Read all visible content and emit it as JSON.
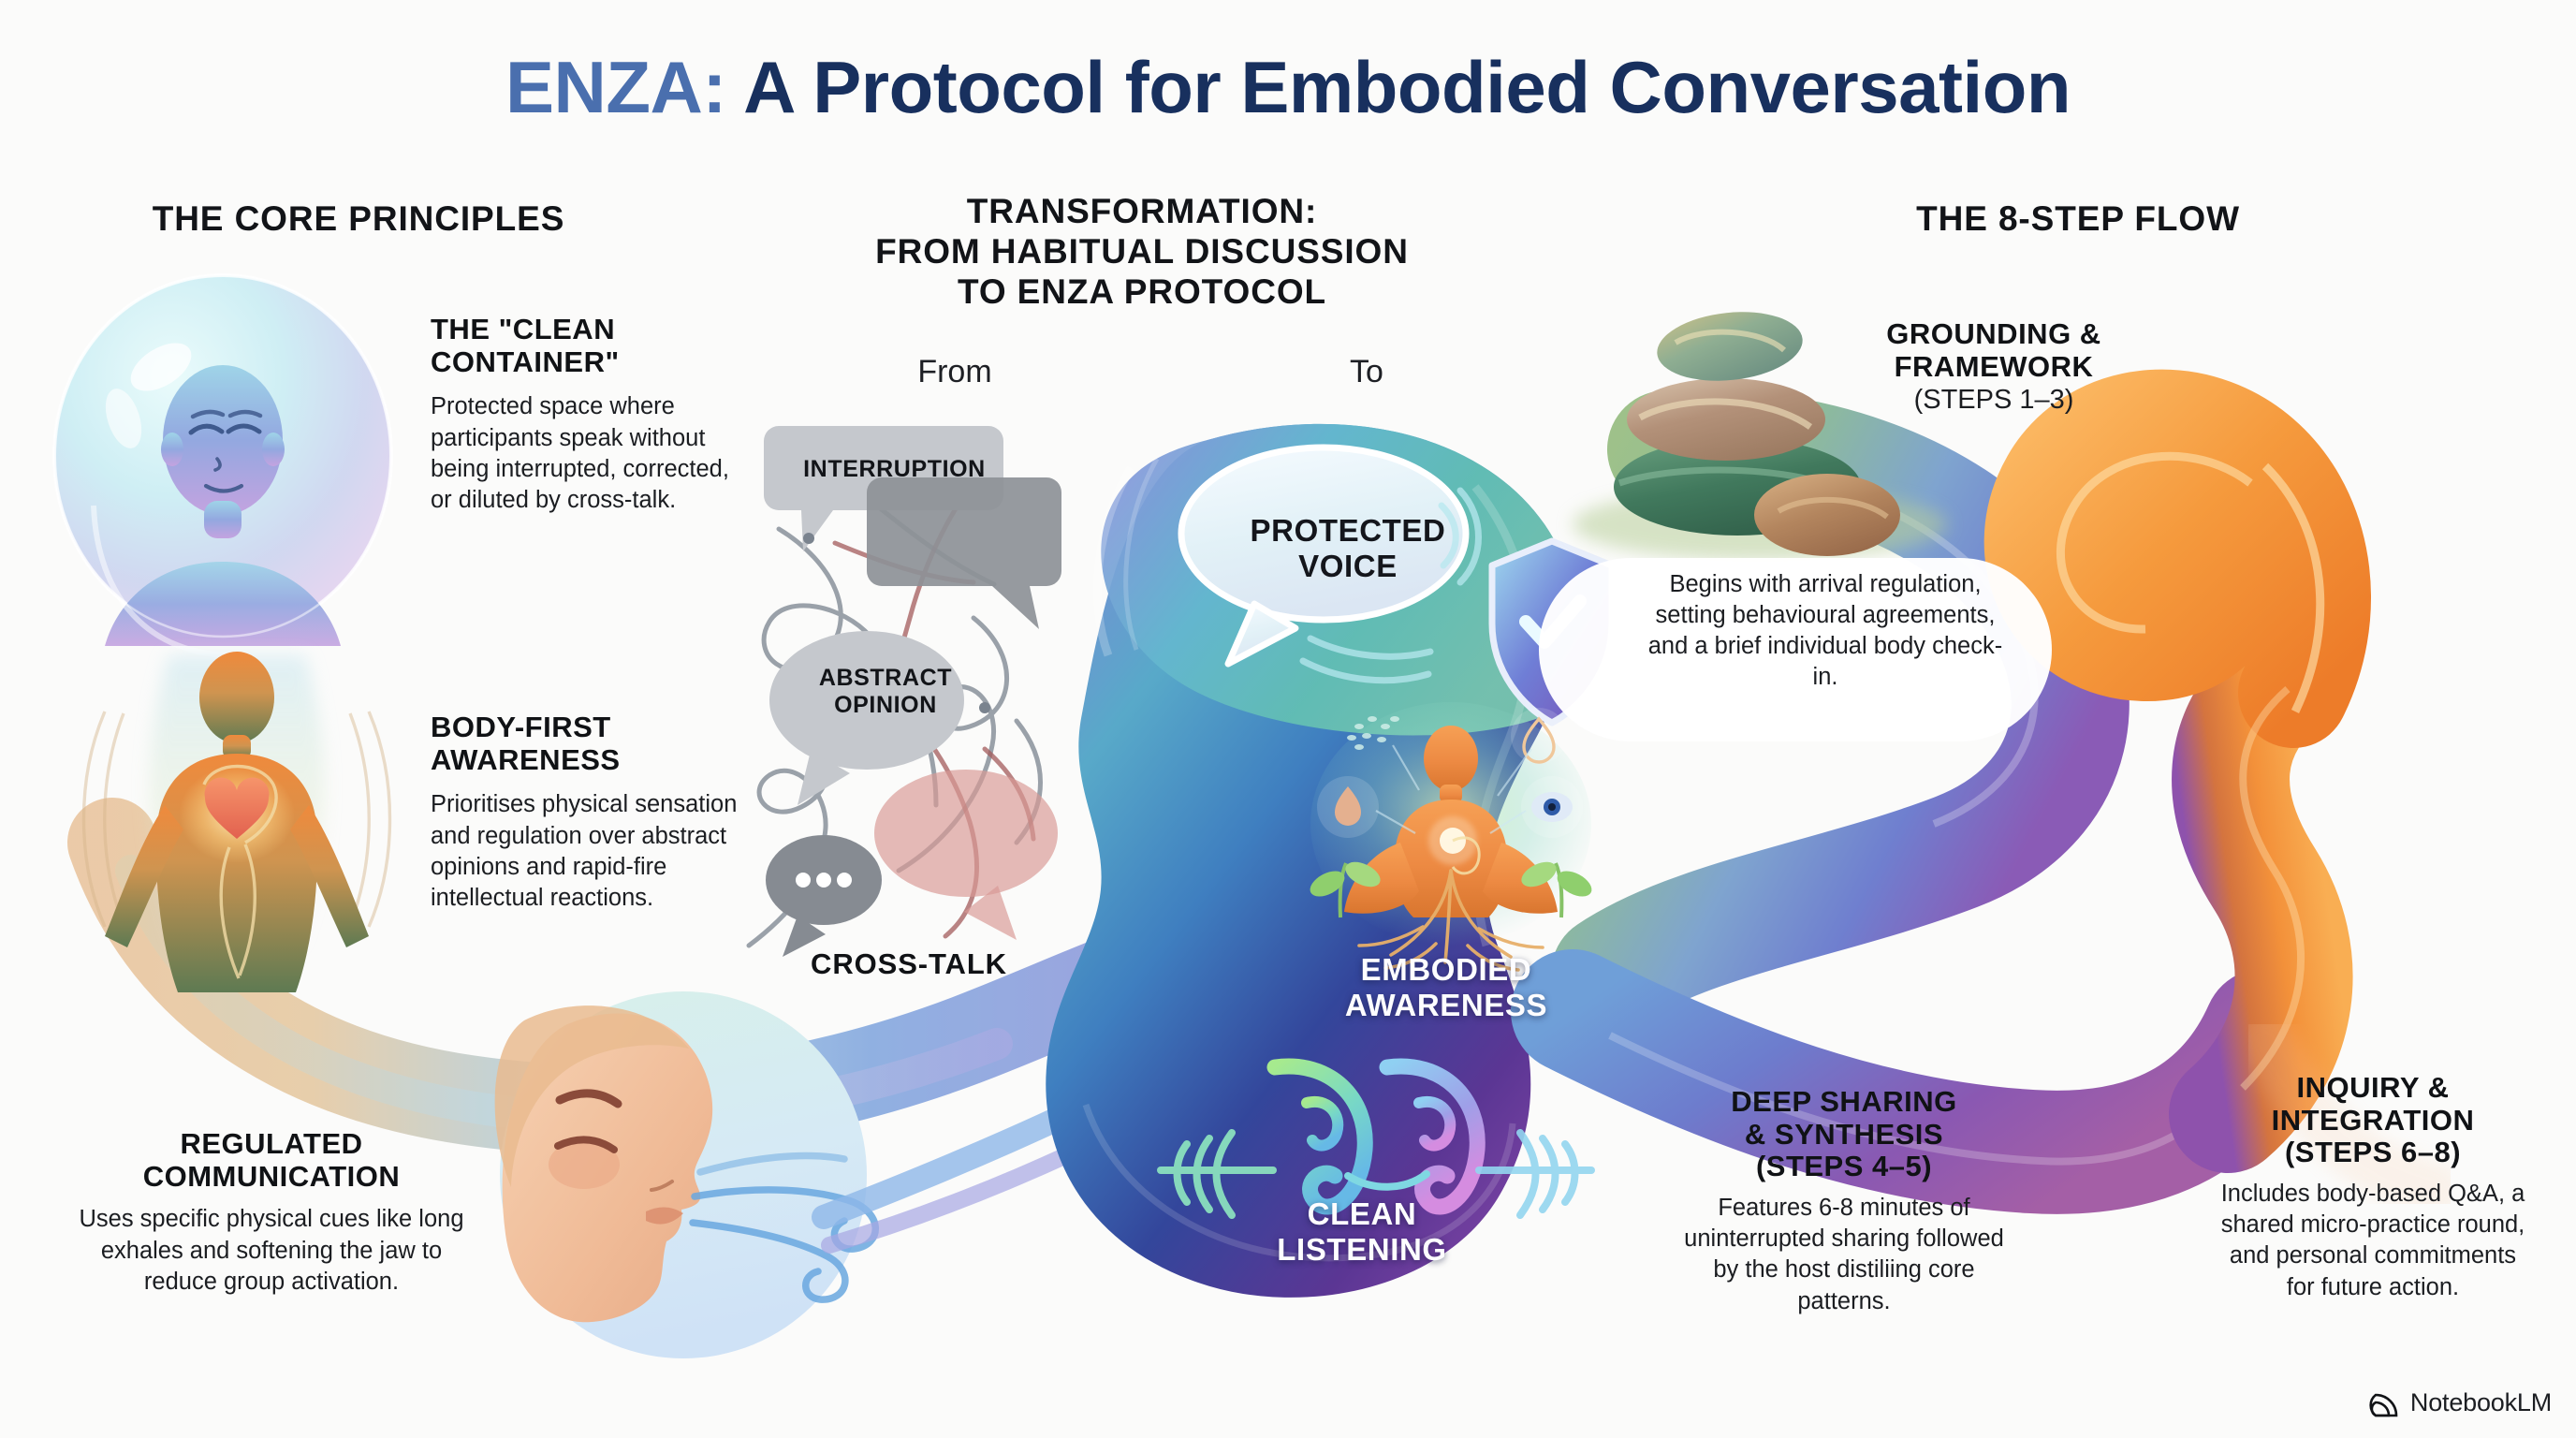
{
  "title": {
    "brand": "ENZA:",
    "rest": " A Protocol for Embodied Conversation"
  },
  "columns": {
    "core": {
      "heading": "THE CORE PRINCIPLES"
    },
    "transformation": {
      "heading_line1": "TRANSFORMATION:",
      "heading_line2": "FROM HABITUAL DISCUSSION",
      "heading_line3": "TO ENZA PROTOCOL",
      "from_label": "From",
      "to_label": "To"
    },
    "flow": {
      "heading": "THE 8-STEP FLOW"
    }
  },
  "principles": [
    {
      "title_line1": "THE \"CLEAN",
      "title_line2": "CONTAINER\"",
      "body": "Protected space where participants speak without being interrupted, corrected, or diluted by cross-talk."
    },
    {
      "title_line1": "BODY-FIRST",
      "title_line2": "AWARENESS",
      "body": "Prioritises physical sensation and regulation over abstract opinions and rapid-fire intellectual reactions."
    },
    {
      "title_line1": "REGULATED",
      "title_line2": "COMMUNICATION",
      "body": "Uses specific physical cues like long exhales and softening the jaw to reduce group activation."
    }
  ],
  "from_side": {
    "bubbles": [
      {
        "label": "INTERRUPTION"
      },
      {
        "label_line1": "ABSTRACT",
        "label_line2": "OPINION"
      },
      {
        "label": "•••"
      }
    ],
    "caption": "CROSS-TALK"
  },
  "to_side": {
    "labels": [
      {
        "line1": "PROTECTED",
        "line2": "VOICE"
      },
      {
        "line1": "EMBODIED",
        "line2": "AWARENESS"
      },
      {
        "line1": "CLEAN",
        "line2": "LISTENING"
      }
    ]
  },
  "flow_steps": [
    {
      "title_line1": "GROUNDING &",
      "title_line2": "FRAMEWORK",
      "title_line3": "(STEPS 1–3)",
      "body": "Begins with arrival regulation, setting behavioural agreements, and a brief individual body check-in."
    },
    {
      "title_line1": "DEEP SHARING",
      "title_line2": "& SYNTHESIS",
      "title_line3": "(STEPS 4–5)",
      "body": "Features 6-8 minutes of uninterrupted sharing followed by the host distiliing core patterns."
    },
    {
      "title_line1": "INQUIRY &",
      "title_line2": "INTEGRATION",
      "title_line3": "(STEPS 6–8)",
      "body": "Includes body-based Q&A, a shared micro-practice round, and personal commitments for future action."
    }
  ],
  "watermark": {
    "label": "NotebookLM"
  },
  "colors": {
    "background": "#fbfbfa",
    "title_brand": "#4a6fae",
    "title_main": "#18305e",
    "text": "#14161a",
    "ribbon_green": "#7fa877",
    "ribbon_blue": "#5b8ed6",
    "ribbon_purple": "#7b4fa8",
    "ribbon_orange": "#f3932f",
    "blob_teal": "#4fb6bd",
    "blob_indigo": "#2a3f8f",
    "bubble_grey": "#c3c6cb"
  }
}
